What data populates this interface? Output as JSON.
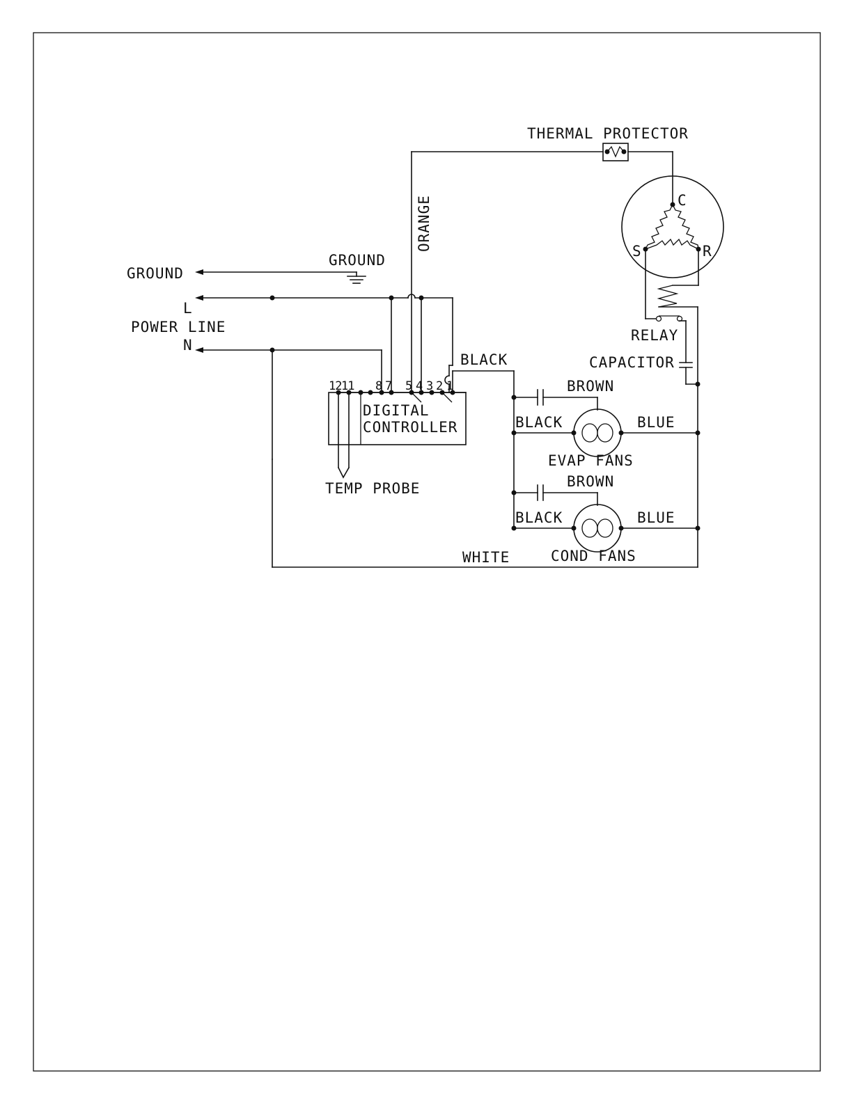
{
  "labels": {
    "thermal_protector": "THERMAL PROTECTOR",
    "orange": "ORANGE",
    "ground_terminal": "GROUND",
    "ground_symbol": "GROUND",
    "line_l": "L",
    "power_line": "POWER LINE",
    "line_n": "N",
    "compressor_c": "C",
    "compressor_s": "S",
    "compressor_r": "R",
    "relay": "RELAY",
    "capacitor": "CAPACITOR",
    "black_controller": "BLACK",
    "controller_line1": "DIGITAL",
    "controller_line2": "CONTROLLER",
    "temp_probe": "TEMP PROBE",
    "evap_brown": "BROWN",
    "evap_black": "BLACK",
    "evap_blue": "BLUE",
    "evap_fans": "EVAP FANS",
    "cond_brown": "BROWN",
    "cond_black": "BLACK",
    "cond_blue": "BLUE",
    "cond_fans": "COND FANS",
    "white": "WHITE"
  },
  "terminals": {
    "t12": "12",
    "t11": "11",
    "t8": "8",
    "t7": "7",
    "t5": "5",
    "t4": "4",
    "t3": "3",
    "t2": "2",
    "t1": "1"
  }
}
